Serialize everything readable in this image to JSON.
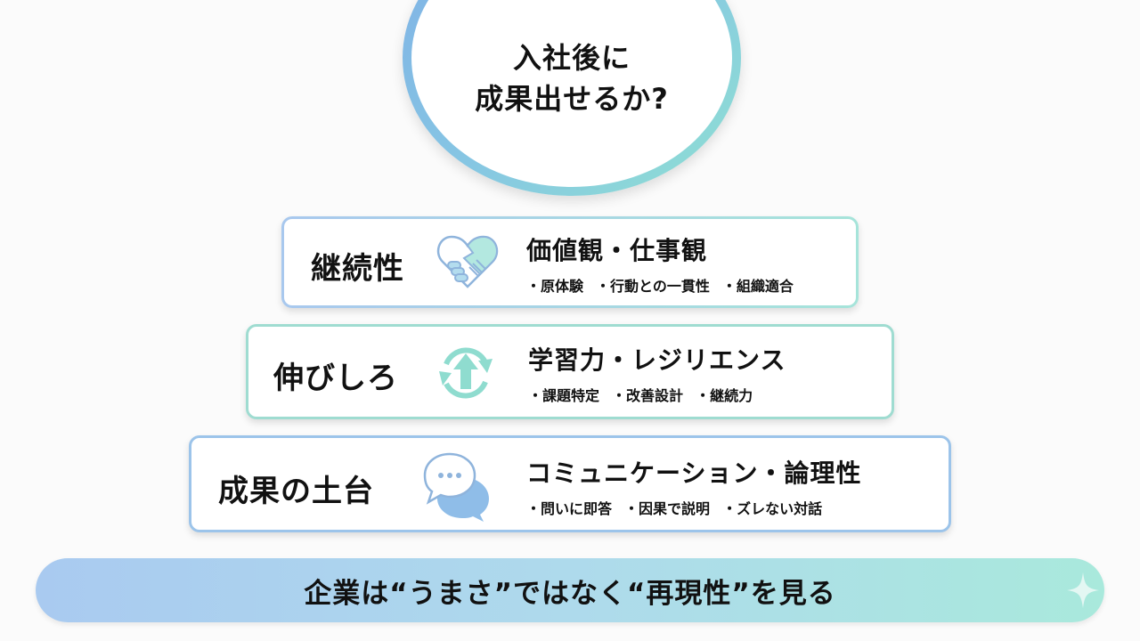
{
  "question": {
    "line1": "入社後に",
    "line2": "成果出せるか?"
  },
  "tiers": [
    {
      "title": "継続性",
      "icon": "handshake-heart-icon",
      "main": "価値観・仕事観",
      "subs": [
        "原体験",
        "行動との一貫性",
        "組織適合"
      ],
      "color": "#a8c8ee"
    },
    {
      "title": "伸びしろ",
      "icon": "growth-cycle-arrow-icon",
      "main": "学習力・レジリエンス",
      "subs": [
        "課題特定",
        "改善設計",
        "継続力"
      ],
      "color": "#9fdcd1"
    },
    {
      "title": "成果の土台",
      "icon": "chat-bubbles-icon",
      "main": "コミュニケーション・論理性",
      "subs": [
        "問いに即答",
        "因果で説明",
        "ズレない対話"
      ],
      "color": "#9cc4ea"
    }
  ],
  "banner": {
    "text": "企業は“うまさ”ではなく“再現性”を見る",
    "gradient_start": "#a9caf0",
    "gradient_end": "#a9e9dc"
  }
}
